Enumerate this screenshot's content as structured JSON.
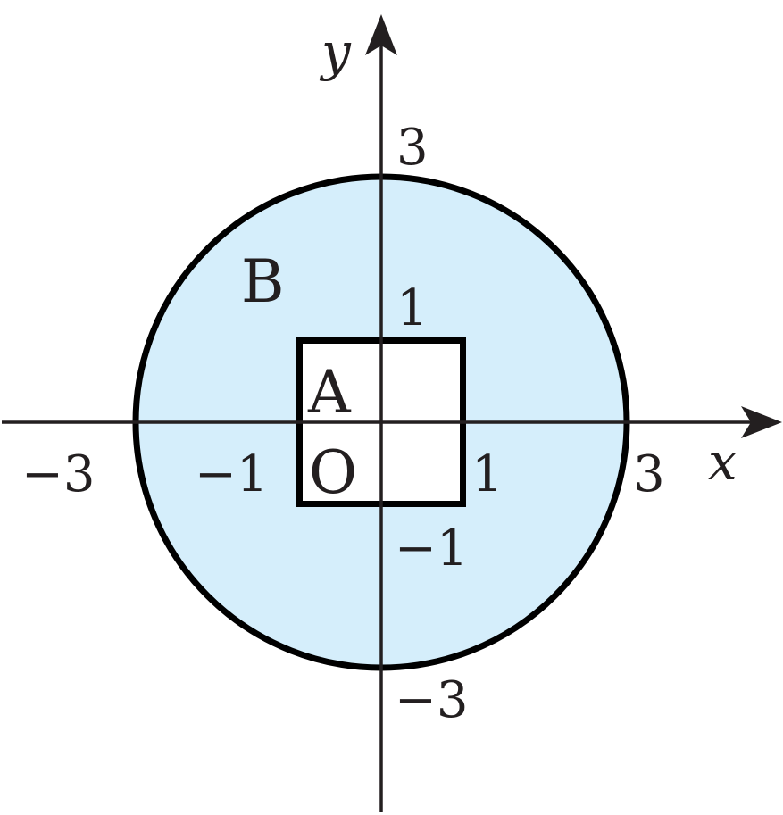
{
  "colors": {
    "stroke": "#231f20",
    "region_b_fill": "#d5eefb",
    "region_a_fill": "#ffffff",
    "background": "#ffffff"
  },
  "axes": {
    "x_label": "x",
    "y_label": "y",
    "x_ticks": [
      {
        "value": -3,
        "label": "−3"
      },
      {
        "value": -1,
        "label": "−1"
      },
      {
        "value": 1,
        "label": "1"
      },
      {
        "value": 3,
        "label": "3"
      }
    ],
    "y_ticks": [
      {
        "value": 3,
        "label": "3"
      },
      {
        "value": 1,
        "label": "1"
      },
      {
        "value": -1,
        "label": "−1"
      },
      {
        "value": -3,
        "label": "−3"
      }
    ],
    "origin_label": "O"
  },
  "regions": {
    "a": {
      "label": "A",
      "shape": "square",
      "x_range": [
        -1,
        1
      ],
      "y_range": [
        -1,
        1
      ]
    },
    "b": {
      "label": "B",
      "shape": "disk",
      "center": [
        0,
        0
      ],
      "radius": 3
    }
  }
}
